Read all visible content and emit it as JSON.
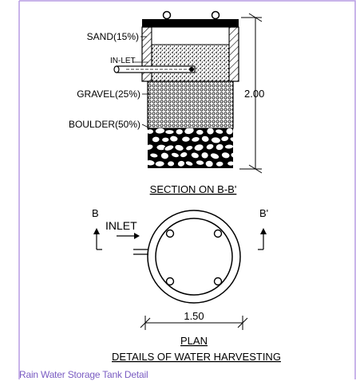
{
  "section": {
    "labels": {
      "sand": "SAND(15%)",
      "inlet": "IN-LET",
      "gravel": "GRAVEL(25%)",
      "boulder": "BOULDER(50%)",
      "height": "2.00"
    },
    "title": "SECTION ON B-B'"
  },
  "plan": {
    "labels": {
      "inlet": "INLET",
      "section_left": "B",
      "section_right": "B'",
      "diameter": "1.50"
    },
    "title": "PLAN"
  },
  "drawing_title": "DETAILS OF WATER HARVESTING",
  "caption": "Rain Water Storage Tank Detail",
  "colors": {
    "frame": "#b79be3",
    "caption": "#7a5cc2",
    "ink": "#000000"
  }
}
